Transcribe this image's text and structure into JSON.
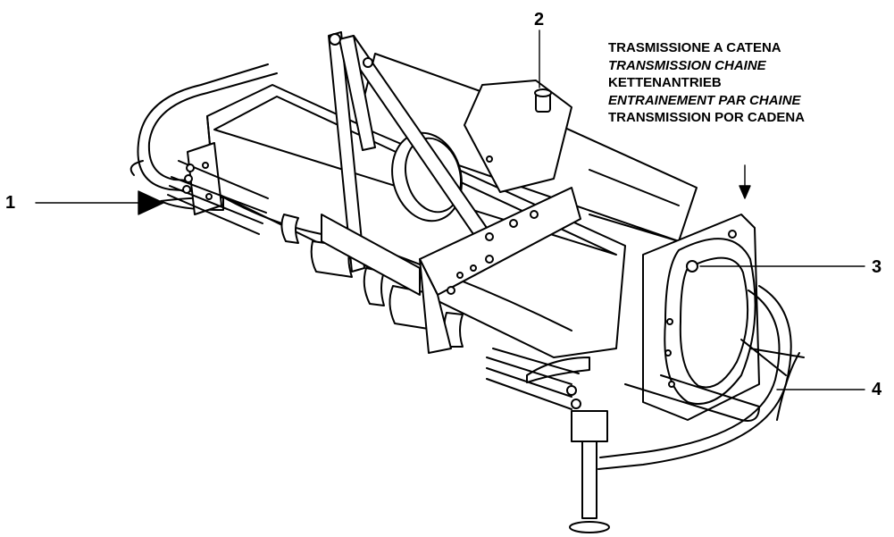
{
  "callouts": {
    "c1": "1",
    "c2": "2",
    "c3": "3",
    "c4": "4"
  },
  "caption": {
    "line1": "TRASMISSIONE A CATENA",
    "line2": "TRANSMISSION CHAINE",
    "line3": "KETTENANTRIEB",
    "line4": "ENTRAINEMENT PAR CHAINE",
    "line5": "TRANSMISSION POR CADENA"
  },
  "colors": {
    "ink": "#000000",
    "paper": "#ffffff",
    "shade": "#d9d9d9"
  }
}
